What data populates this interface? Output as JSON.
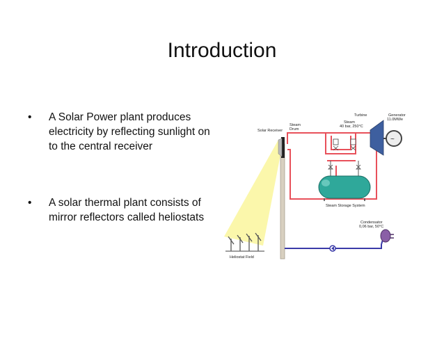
{
  "slide": {
    "title": "Introduction",
    "bullet_marker": "•",
    "bullets": [
      "A Solar Power plant produces electricity by reflecting sunlight  on to the central receiver",
      "A solar thermal plant consists of mirror reflectors called heliostats"
    ]
  },
  "diagram": {
    "labels": {
      "solar_receiver": "Solar Receiver",
      "steam_drum_1": "Steam",
      "steam_drum_2": "Drum",
      "steam_1": "Steam",
      "steam_2": "40 bar, 250°C",
      "turbine": "Turbine",
      "generator_1": "Generator",
      "generator_2": "11.0MWe",
      "steam_storage": "Steam Storage System",
      "condensator_1": "Condensator",
      "condensator_2": "0,06 bar, 50°C",
      "heliostat_field": "Heliostat Field"
    },
    "colors": {
      "steam_line": "#e8505a",
      "water_line": "#3a3aa8",
      "storage_tank": "#2fa89a",
      "light_beam": "#fbf7a6",
      "turbine": "#3e5f9f",
      "tower": "#d8d0c0"
    }
  }
}
